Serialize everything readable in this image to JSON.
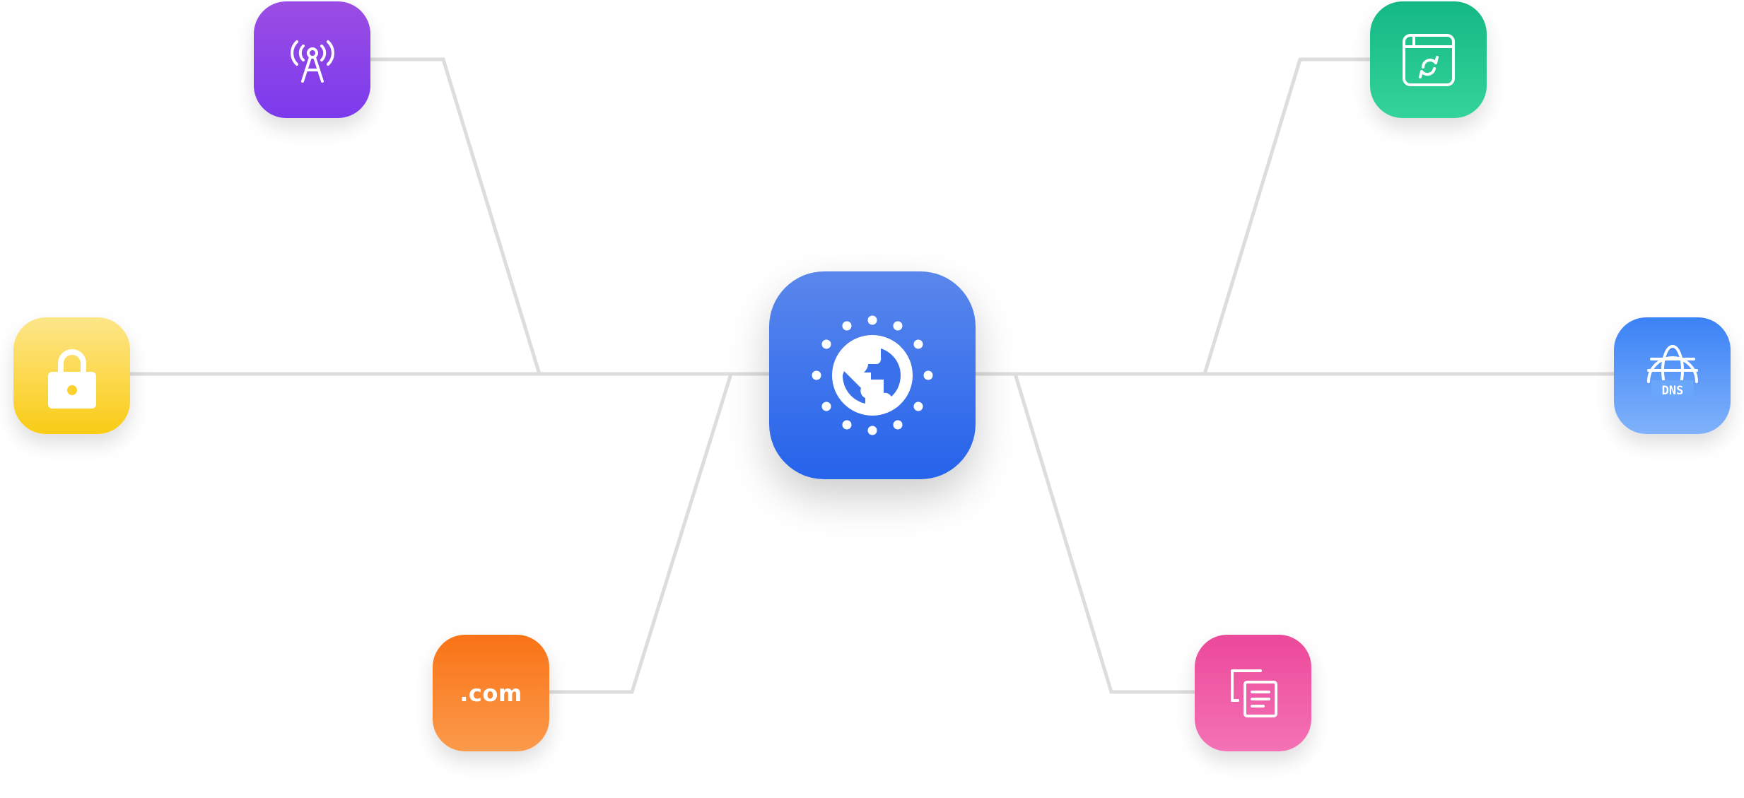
{
  "hub": {
    "icon": "globe-network-icon",
    "color": "#2563eb"
  },
  "nodes": [
    {
      "id": "antenna",
      "icon": "broadcast-tower-icon",
      "color": "#7c3aed"
    },
    {
      "id": "lock",
      "icon": "padlock-icon",
      "color": "#facc15"
    },
    {
      "id": "domain",
      "icon": "domain-com-icon",
      "label": ".com",
      "color": "#f97316"
    },
    {
      "id": "browser",
      "icon": "browser-window-refresh-icon",
      "color": "#10b981"
    },
    {
      "id": "dns",
      "icon": "globe-dns-icon",
      "label": "DNS",
      "color": "#3b82f6"
    },
    {
      "id": "copy",
      "icon": "documents-copy-icon",
      "color": "#ec4899"
    }
  ],
  "connector_color": "#dddddd"
}
